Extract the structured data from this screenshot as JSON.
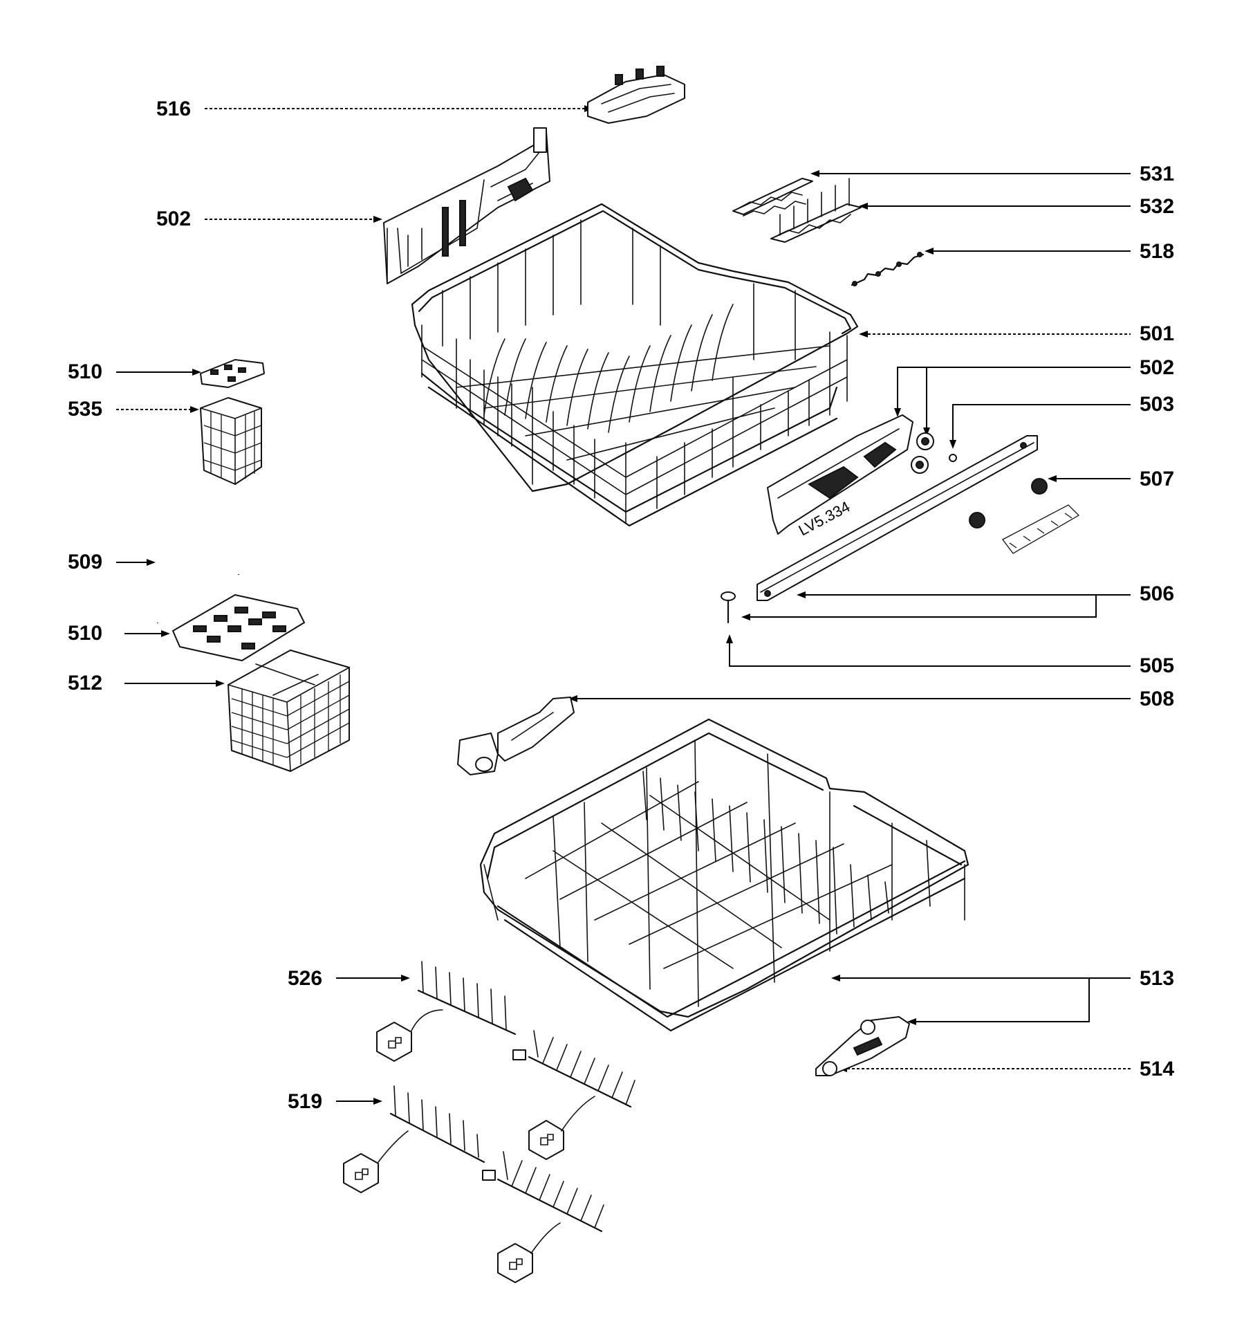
{
  "diagram": {
    "callouts": [
      {
        "id": "c516",
        "text": "516"
      },
      {
        "id": "c502a",
        "text": "502"
      },
      {
        "id": "c531",
        "text": "531"
      },
      {
        "id": "c532",
        "text": "532"
      },
      {
        "id": "c518",
        "text": "518"
      },
      {
        "id": "c501",
        "text": "501"
      },
      {
        "id": "c502b",
        "text": "502"
      },
      {
        "id": "c503",
        "text": "503"
      },
      {
        "id": "c507",
        "text": "507"
      },
      {
        "id": "c506",
        "text": "506"
      },
      {
        "id": "c505",
        "text": "505"
      },
      {
        "id": "c508",
        "text": "508"
      },
      {
        "id": "c510a",
        "text": "510"
      },
      {
        "id": "c535",
        "text": "535"
      },
      {
        "id": "c509",
        "text": "509"
      },
      {
        "id": "c510b",
        "text": "510"
      },
      {
        "id": "c512",
        "text": "512"
      },
      {
        "id": "c526",
        "text": "526"
      },
      {
        "id": "c519",
        "text": "519"
      },
      {
        "id": "c513",
        "text": "513"
      },
      {
        "id": "c514",
        "text": "514"
      }
    ],
    "runner_marking": "LV5.334"
  }
}
